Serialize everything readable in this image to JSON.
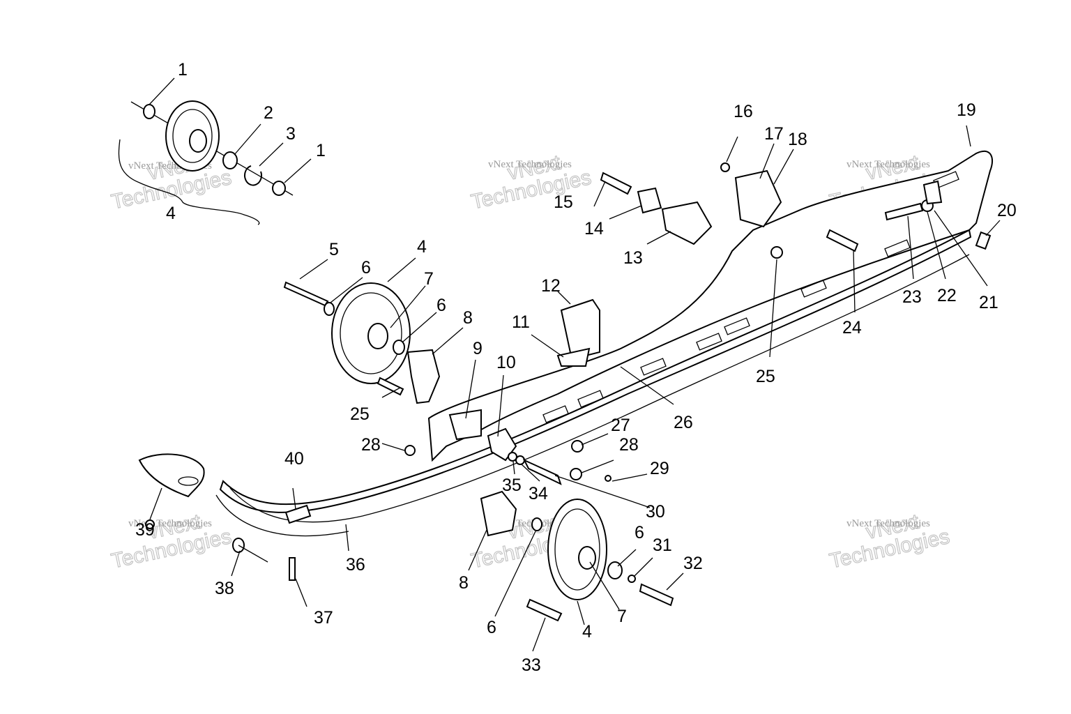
{
  "diagram": {
    "watermark": {
      "line1": "vNext Technologies",
      "line2": "vNext",
      "line3": "Technologies"
    },
    "callouts": [
      {
        "id": "c1a",
        "text": "1"
      },
      {
        "id": "c1b",
        "text": "1"
      },
      {
        "id": "c2",
        "text": "2"
      },
      {
        "id": "c3",
        "text": "3"
      },
      {
        "id": "c4a",
        "text": "4"
      },
      {
        "id": "c4b",
        "text": "4"
      },
      {
        "id": "c4c",
        "text": "4"
      },
      {
        "id": "c5",
        "text": "5"
      },
      {
        "id": "c6a",
        "text": "6"
      },
      {
        "id": "c6b",
        "text": "6"
      },
      {
        "id": "c6c",
        "text": "6"
      },
      {
        "id": "c6d",
        "text": "6"
      },
      {
        "id": "c7a",
        "text": "7"
      },
      {
        "id": "c7b",
        "text": "7"
      },
      {
        "id": "c8a",
        "text": "8"
      },
      {
        "id": "c8b",
        "text": "8"
      },
      {
        "id": "c9",
        "text": "9"
      },
      {
        "id": "c10",
        "text": "10"
      },
      {
        "id": "c11",
        "text": "11"
      },
      {
        "id": "c12",
        "text": "12"
      },
      {
        "id": "c13",
        "text": "13"
      },
      {
        "id": "c14",
        "text": "14"
      },
      {
        "id": "c15",
        "text": "15"
      },
      {
        "id": "c16",
        "text": "16"
      },
      {
        "id": "c17",
        "text": "17"
      },
      {
        "id": "c18",
        "text": "18"
      },
      {
        "id": "c19",
        "text": "19"
      },
      {
        "id": "c20",
        "text": "20"
      },
      {
        "id": "c21",
        "text": "21"
      },
      {
        "id": "c22",
        "text": "22"
      },
      {
        "id": "c23",
        "text": "23"
      },
      {
        "id": "c24",
        "text": "24"
      },
      {
        "id": "c25a",
        "text": "25"
      },
      {
        "id": "c25b",
        "text": "25"
      },
      {
        "id": "c26",
        "text": "26"
      },
      {
        "id": "c27",
        "text": "27"
      },
      {
        "id": "c28a",
        "text": "28"
      },
      {
        "id": "c28b",
        "text": "28"
      },
      {
        "id": "c29",
        "text": "29"
      },
      {
        "id": "c30",
        "text": "30"
      },
      {
        "id": "c31",
        "text": "31"
      },
      {
        "id": "c32",
        "text": "32"
      },
      {
        "id": "c33",
        "text": "33"
      },
      {
        "id": "c34",
        "text": "34"
      },
      {
        "id": "c35",
        "text": "35"
      },
      {
        "id": "c36",
        "text": "36"
      },
      {
        "id": "c37",
        "text": "37"
      },
      {
        "id": "c38",
        "text": "38"
      },
      {
        "id": "c39",
        "text": "39"
      },
      {
        "id": "c40",
        "text": "40"
      }
    ]
  }
}
